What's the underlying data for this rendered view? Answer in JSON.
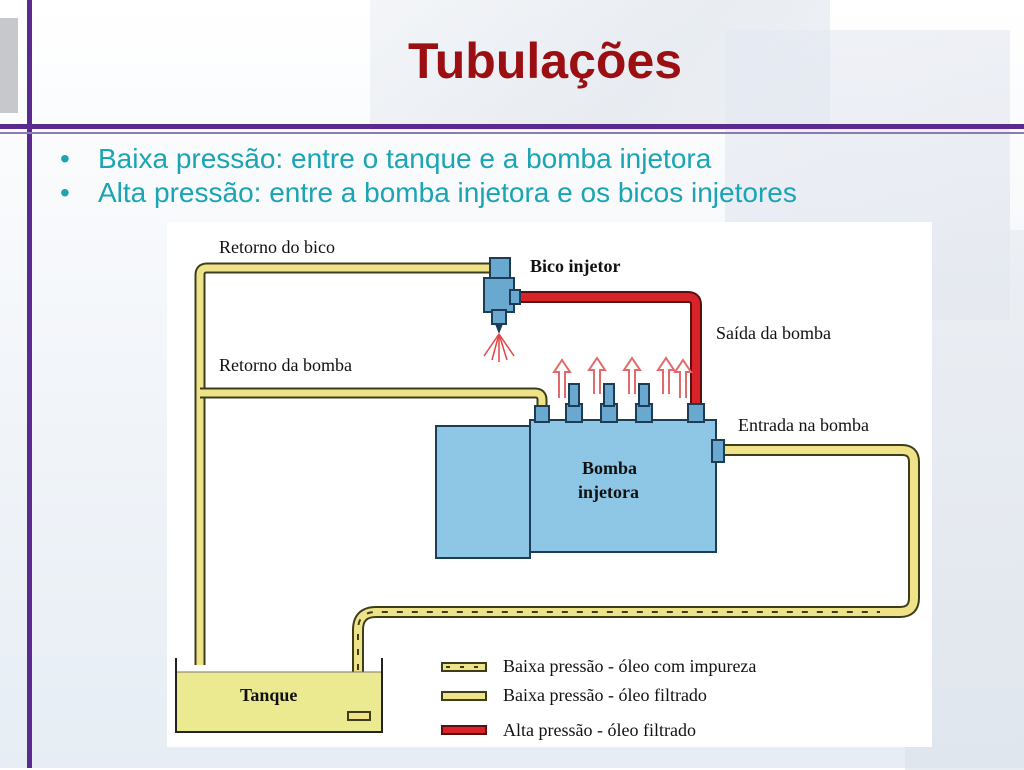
{
  "slide": {
    "title": "Tubulações",
    "bullets": [
      "Baixa pressão: entre o tanque e a bomba injetora",
      "Alta pressão: entre a bomba injetora e os bicos injetores"
    ]
  },
  "diagram": {
    "labels": {
      "retorno_bico": "Retorno do bico",
      "bico_injetor": "Bico injetor",
      "saida_bomba": "Saída da bomba",
      "retorno_bomba": "Retorno da bomba",
      "entrada_bomba": "Entrada na bomba",
      "bomba_line1": "Bomba",
      "bomba_line2": "injetora",
      "tanque": "Tanque"
    },
    "legend": [
      "Baixa pressão - óleo com impureza",
      "Baixa pressão - óleo filtrado",
      "Alta pressão - óleo filtrado"
    ],
    "colors": {
      "pipe_low": "#efe38a",
      "pipe_low_edge": "#3d3d1a",
      "pipe_high": "#d8232a",
      "pump": "#8ec6e6",
      "tank_fill": "#ecea90",
      "title": "#9b0f12",
      "bullet": "#1aa4b4",
      "frame": "#5b2a8f"
    }
  }
}
